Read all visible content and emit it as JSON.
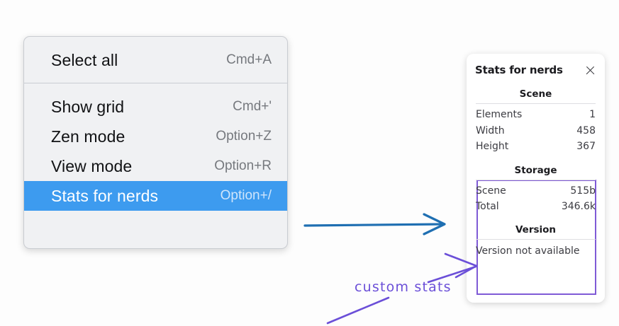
{
  "menu": {
    "groups": [
      {
        "items": [
          {
            "label": "Select all",
            "shortcut": "Cmd+A",
            "selected": false
          }
        ]
      },
      {
        "items": [
          {
            "label": "Show grid",
            "shortcut": "Cmd+'",
            "selected": false
          },
          {
            "label": "Zen mode",
            "shortcut": "Option+Z",
            "selected": false
          },
          {
            "label": "View mode",
            "shortcut": "Option+R",
            "selected": false
          },
          {
            "label": "Stats for nerds",
            "shortcut": "Option+/",
            "selected": true
          }
        ]
      }
    ],
    "items_flat": [
      {
        "label": "Select all",
        "shortcut": "Cmd+A"
      },
      {
        "label": "Show grid",
        "shortcut": "Cmd+'"
      },
      {
        "label": "Zen mode",
        "shortcut": "Option+Z"
      },
      {
        "label": "View mode",
        "shortcut": "Option+R"
      },
      {
        "label": "Stats for nerds",
        "shortcut": "Option+/"
      }
    ],
    "highlight_color": "#3d9bef",
    "background_color": "#f0f1f3"
  },
  "stats_panel": {
    "title": "Stats for nerds",
    "close_icon": "close-icon",
    "sections": [
      {
        "title": "Scene",
        "rows": [
          {
            "label": "Elements",
            "value": "1"
          },
          {
            "label": "Width",
            "value": "458"
          },
          {
            "label": "Height",
            "value": "367"
          }
        ]
      },
      {
        "title": "Storage",
        "rows": [
          {
            "label": "Scene",
            "value": "515b"
          },
          {
            "label": "Total",
            "value": "346.6k"
          }
        ]
      },
      {
        "title": "Version",
        "free_text": "Version not available"
      }
    ],
    "highlight_border_color": "#7f5ad6"
  },
  "annotations": {
    "custom_stats_label": "custom stats",
    "annotation_color": "#6b4fd8",
    "arrow_color": "#1f6fb2"
  }
}
